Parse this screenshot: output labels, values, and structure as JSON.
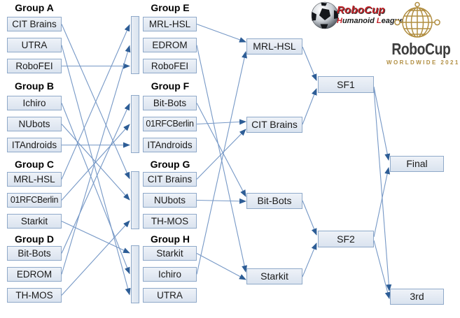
{
  "diagram": {
    "round1": [
      {
        "name": "Group A",
        "teams": [
          "CIT Brains",
          "UTRA",
          "RoboFEI"
        ]
      },
      {
        "name": "Group B",
        "teams": [
          "Ichiro",
          "NUbots",
          "ITAndroids"
        ]
      },
      {
        "name": "Group C",
        "teams": [
          "MRL-HSL",
          "01RFCBerlin",
          "Starkit"
        ]
      },
      {
        "name": "Group D",
        "teams": [
          "Bit-Bots",
          "EDROM",
          "TH-MOS"
        ]
      }
    ],
    "round2": [
      {
        "name": "Group E",
        "teams": [
          "MRL-HSL",
          "EDROM",
          "RoboFEI"
        ]
      },
      {
        "name": "Group F",
        "teams": [
          "Bit-Bots",
          "01RFCBerlin",
          "ITAndroids"
        ]
      },
      {
        "name": "Group G",
        "teams": [
          "CIT Brains",
          "NUbots",
          "TH-MOS"
        ]
      },
      {
        "name": "Group H",
        "teams": [
          "Starkit",
          "Ichiro",
          "UTRA"
        ]
      }
    ],
    "quarterfinal_winners": [
      "MRL-HSL",
      "CIT Brains",
      "Bit-Bots",
      "Starkit"
    ],
    "semifinals": [
      "SF1",
      "SF2"
    ],
    "finals": [
      "Final",
      "3rd"
    ],
    "connections": {
      "round1_to_round2": [
        {
          "team": "CIT Brains",
          "from": "Group A",
          "to": "Group G"
        },
        {
          "team": "UTRA",
          "from": "Group A",
          "to": "Group H"
        },
        {
          "team": "RoboFEI",
          "from": "Group A",
          "to": "Group E"
        },
        {
          "team": "Ichiro",
          "from": "Group B",
          "to": "Group H"
        },
        {
          "team": "NUbots",
          "from": "Group B",
          "to": "Group G"
        },
        {
          "team": "ITAndroids",
          "from": "Group B",
          "to": "Group F"
        },
        {
          "team": "MRL-HSL",
          "from": "Group C",
          "to": "Group E"
        },
        {
          "team": "01RFCBerlin",
          "from": "Group C",
          "to": "Group F"
        },
        {
          "team": "Starkit",
          "from": "Group C",
          "to": "Group H"
        },
        {
          "team": "Bit-Bots",
          "from": "Group D",
          "to": "Group F"
        },
        {
          "team": "EDROM",
          "from": "Group D",
          "to": "Group E"
        },
        {
          "team": "TH-MOS",
          "from": "Group D",
          "to": "Group G"
        }
      ],
      "round2_to_quarterfinal": [
        {
          "from": "MRL-HSL (Group E)",
          "to": "MRL-HSL"
        },
        {
          "from": "Ichiro (Group H)",
          "to": "MRL-HSL"
        },
        {
          "from": "01RFCBerlin (Group F)",
          "to": "CIT Brains"
        },
        {
          "from": "CIT Brains (Group G)",
          "to": "CIT Brains"
        },
        {
          "from": "Bit-Bots (Group F)",
          "to": "Bit-Bots"
        },
        {
          "from": "NUbots (Group G)",
          "to": "Bit-Bots"
        },
        {
          "from": "EDROM (Group E)",
          "to": "Starkit"
        },
        {
          "from": "Starkit (Group H)",
          "to": "Starkit"
        }
      ],
      "quarterfinal_to_semifinal": [
        {
          "from": "MRL-HSL",
          "to": "SF1"
        },
        {
          "from": "CIT Brains",
          "to": "SF1"
        },
        {
          "from": "Bit-Bots",
          "to": "SF2"
        },
        {
          "from": "Starkit",
          "to": "SF2"
        }
      ],
      "semifinal_to_final": [
        {
          "from": "SF1",
          "to": "Final"
        },
        {
          "from": "SF1",
          "to": "3rd"
        },
        {
          "from": "SF2",
          "to": "Final"
        },
        {
          "from": "SF2",
          "to": "3rd"
        }
      ]
    }
  },
  "logos": {
    "humanoid_league": {
      "title": "RoboCup",
      "subtitle": "Humanoid League",
      "sub_parts": [
        "H",
        "umanoid ",
        "L",
        "eague"
      ]
    },
    "worldwide": {
      "title": "RoboCup",
      "subtitle": "WORLDWIDE 2021"
    }
  },
  "colors": {
    "box_fill": "#e3eaf3",
    "box_border": "#8fa9c9",
    "line": "#7698c6",
    "arrow": "#2d5d96",
    "gold": "#b18e41",
    "logo_red": "#c22026",
    "logo_dark": "#3d3d3d"
  }
}
